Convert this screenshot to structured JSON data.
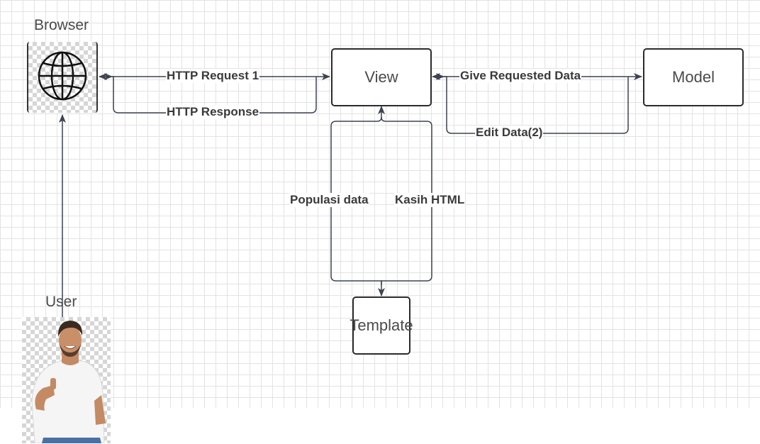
{
  "nodes": {
    "browser": "Browser",
    "user": "User",
    "view": "View",
    "model": "Model",
    "template": "Template"
  },
  "edges": {
    "http_request": "HTTP Request 1",
    "http_response": "HTTP Response",
    "give_requested_data": "Give Requested Data",
    "edit_data": "Edit Data(2)",
    "populasi_data": "Populasi data",
    "kasih_html": "Kasih HTML"
  },
  "icons": {
    "browser": "globe-icon",
    "user": "person-photo"
  },
  "colors": {
    "line": "#3d4350",
    "node_border": "#2b2b2b",
    "grid": "#e3e3e3"
  }
}
